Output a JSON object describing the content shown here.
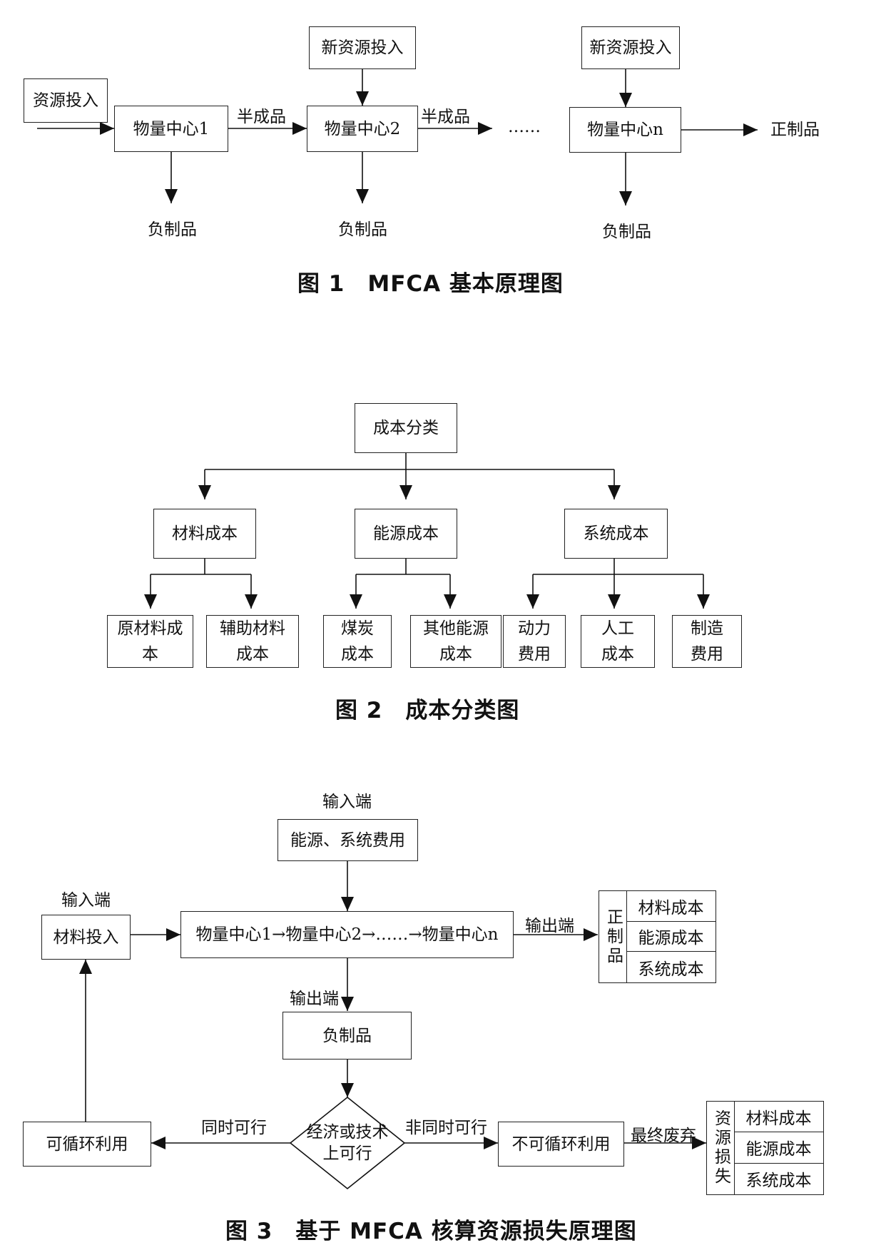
{
  "fig1": {
    "resource_input": "资源投入",
    "new_input_1": "新资源投入",
    "new_input_2": "新资源投入",
    "center_1": "物量中心1",
    "center_2": "物量中心2",
    "center_n": "物量中心n",
    "semi_1": "半成品",
    "semi_2": "半成品",
    "ellipsis": "……",
    "positive_product": "正制品",
    "negative_1": "负制品",
    "negative_2": "负制品",
    "negative_3": "负制品",
    "caption": "图 1　MFCA 基本原理图"
  },
  "fig2": {
    "root": "成本分类",
    "material": "材料成本",
    "energy": "能源成本",
    "system": "系统成本",
    "leaf_raw": "原材料成本",
    "leaf_aux": "辅助材料成本",
    "leaf_coal": "煤炭成本",
    "leaf_other_energy": "其他能源成本",
    "leaf_power": "动力费用",
    "leaf_labor": "人工成本",
    "leaf_mfg": "制造费用",
    "caption": "图 2　成本分类图"
  },
  "fig3": {
    "input_end_top": "输入端",
    "energy_system_cost": "能源、系统费用",
    "input_end_left": "输入端",
    "material_input": "材料投入",
    "chain": "物量中心1→物量中心2→……→物量中心n",
    "output_end_right": "输出端",
    "positive_label": "正制品",
    "positive_rows": [
      "材料成本",
      "能源成本",
      "系统成本"
    ],
    "output_end_down": "输出端",
    "negative_product": "负制品",
    "decision": "经济或技术上可行",
    "both_feasible": "同时可行",
    "not_both_feasible": "非同时可行",
    "recyclable": "可循环利用",
    "non_recyclable": "不可循环利用",
    "final_waste": "最终废弃",
    "loss_label": "资源损失",
    "loss_rows": [
      "材料成本",
      "能源成本",
      "系统成本"
    ],
    "caption": "图 3　基于 MFCA 核算资源损失原理图"
  }
}
